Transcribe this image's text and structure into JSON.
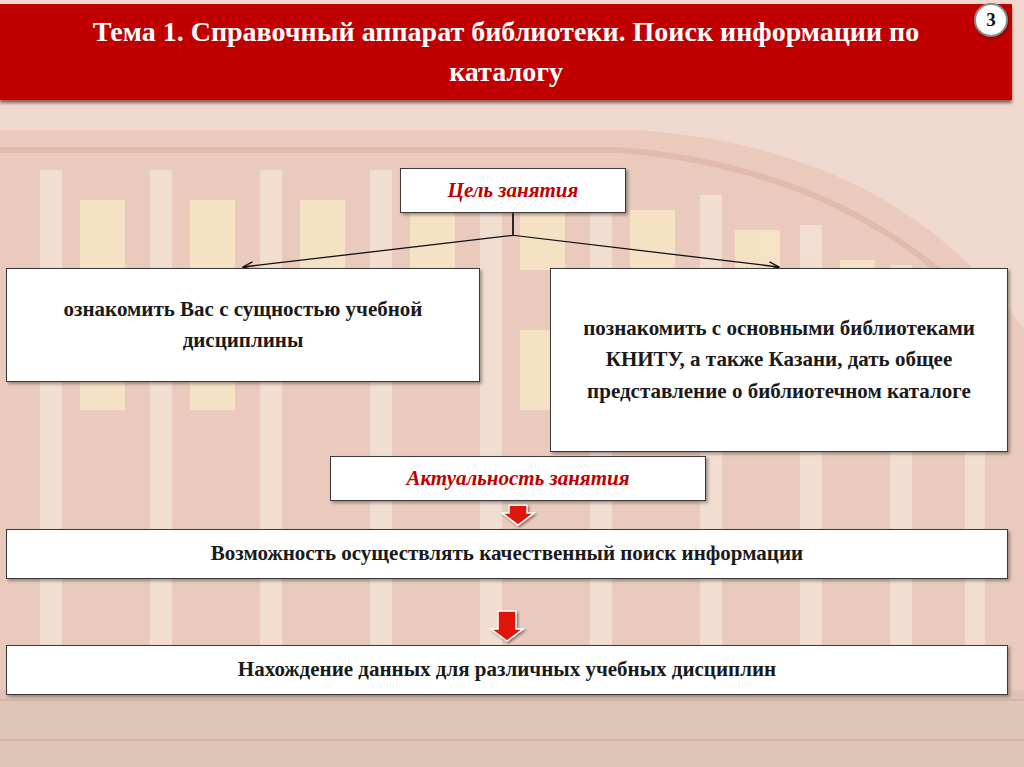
{
  "diagram": {
    "title": "Тема 1. Справочный аппарат библиотеки. Поиск информации по каталогу",
    "nodes": [
      {
        "text": [
          "Цель занятия"
        ]
      },
      {
        "text": [
          "ознакомить Вас с сущностью учебной дисциплины"
        ]
      },
      {
        "text": [
          "познакомить с основными библиотеками КНИТУ, а также Казани, дать общее представление о библиотечном каталоге"
        ]
      },
      {
        "text": [
          "Актуальность занятия"
        ]
      },
      {
        "text": [
          "Возможность осуществлять качественный поиск информации"
        ]
      },
      {
        "text": [
          "Нахождение данных для различных учебных дисциплин"
        ]
      }
    ],
    "edges": [
      {
        "from": 0,
        "to": 1,
        "arrow": "to"
      },
      {
        "from": 0,
        "to": 2,
        "arrow": "to"
      },
      {
        "from": 3,
        "to": 4,
        "arrow": "to"
      },
      {
        "from": 4,
        "to": 5,
        "arrow": "to"
      }
    ],
    "labels": [
      "3"
    ]
  }
}
